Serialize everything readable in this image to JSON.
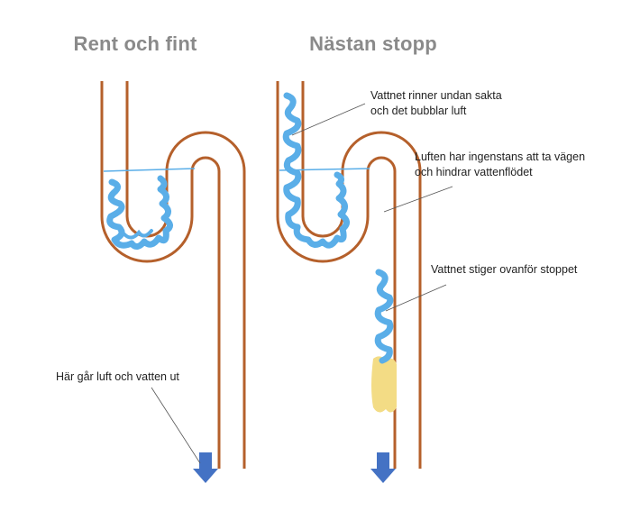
{
  "panels": [
    {
      "title": "Rent och fint"
    },
    {
      "title": "Nästan stopp"
    }
  ],
  "annotations": {
    "exit": "Här går luft och vatten ut",
    "bubbles_line1": "Vattnet rinner undan sakta",
    "bubbles_line2": "och det bubblar luft",
    "air_line1": "Luften har ingenstans att ta vägen",
    "air_line2": "och hindrar vattenflödet",
    "rises": "Vattnet stiger ovanför stoppet"
  },
  "colors": {
    "pipe": "#b5602b",
    "water": "#5aaee8",
    "blockage": "#f3dc85",
    "arrow": "#4472c4",
    "water_line": "#5aaee8",
    "leader": "#555555"
  }
}
